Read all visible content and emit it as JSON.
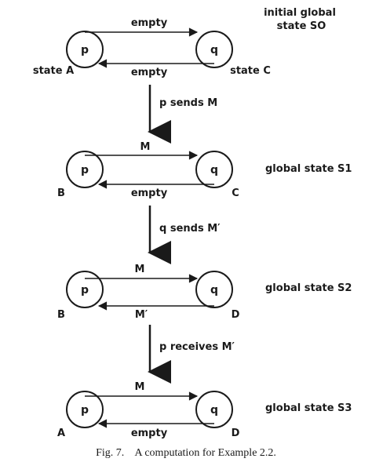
{
  "nodes": {
    "p": "p",
    "q": "q"
  },
  "stages": [
    {
      "top_channel": "empty",
      "bottom_channel": "empty",
      "left_state": "state A",
      "right_state": "state C",
      "global_line1": "initial global",
      "global_line2": "state SO"
    },
    {
      "top_channel": "M",
      "bottom_channel": "empty",
      "left_state": "B",
      "right_state": "C",
      "global_line1": "global state S1"
    },
    {
      "top_channel": "M",
      "bottom_channel": "M′",
      "left_state": "B",
      "right_state": "D",
      "global_line1": "global state S2"
    },
    {
      "top_channel": "M",
      "bottom_channel": "empty",
      "left_state": "A",
      "right_state": "D",
      "global_line1": "global state S3"
    }
  ],
  "transitions": [
    "p sends M",
    "q sends M′",
    "p receives M′"
  ],
  "caption": {
    "fig": "Fig. 7.",
    "text": "A computation for Example 2.2."
  }
}
